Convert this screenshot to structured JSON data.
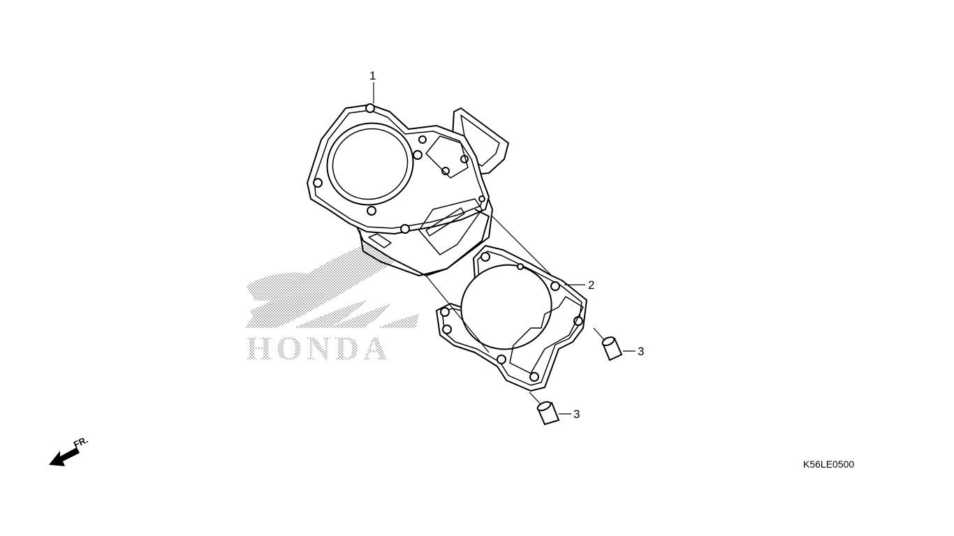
{
  "watermark": {
    "text": "HONDA"
  },
  "callouts": [
    {
      "id": "cylinder",
      "label": "1"
    },
    {
      "id": "gasket",
      "label": "2"
    },
    {
      "id": "dowel-pin-upper",
      "label": "3"
    },
    {
      "id": "dowel-pin-lower",
      "label": "3"
    }
  ],
  "direction_indicator": {
    "label": "FR."
  },
  "diagram_code": "K56LE0500",
  "colors": {
    "line": "#000000",
    "watermark": "#9a9a9a",
    "background": "#ffffff"
  }
}
